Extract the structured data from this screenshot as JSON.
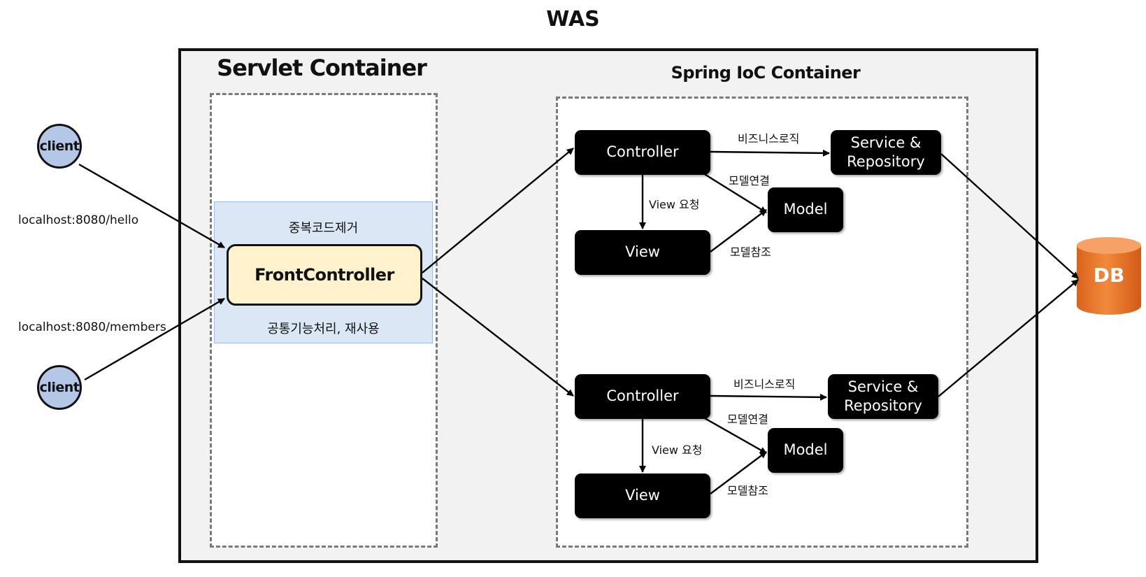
{
  "title": "WAS",
  "servlet_container": {
    "title": "Servlet Container",
    "zone_top_label": "중복코드제거",
    "zone_bottom_label": "공통기능처리, 재사용",
    "front_controller": "FrontController"
  },
  "spring_container": {
    "title": "Spring IoC Container",
    "groups": [
      {
        "controller": "Controller",
        "view": "View",
        "model": "Model",
        "service_line1": "Service &",
        "service_line2": "Repository",
        "edge_business": "비즈니스로직",
        "edge_model_link": "모델연결",
        "edge_view_request": "View 요청",
        "edge_model_ref": "모델참조"
      },
      {
        "controller": "Controller",
        "view": "View",
        "model": "Model",
        "service_line1": "Service &",
        "service_line2": "Repository",
        "edge_business": "비즈니스로직",
        "edge_model_link": "모델연결",
        "edge_view_request": "View 요청",
        "edge_model_ref": "모델참조"
      }
    ]
  },
  "clients": [
    {
      "label": "client",
      "url": "localhost:8080/hello"
    },
    {
      "label": "client",
      "url": "localhost:8080/members"
    }
  ],
  "database": {
    "label": "DB"
  },
  "colors": {
    "client_fill": "#b4c7e7",
    "front_controller_fill": "#fff2cc",
    "zone_fill": "#dbe7f5",
    "node_fill": "#000000",
    "db_fill": "#ed7d31",
    "was_fill": "#f2f2f2"
  }
}
